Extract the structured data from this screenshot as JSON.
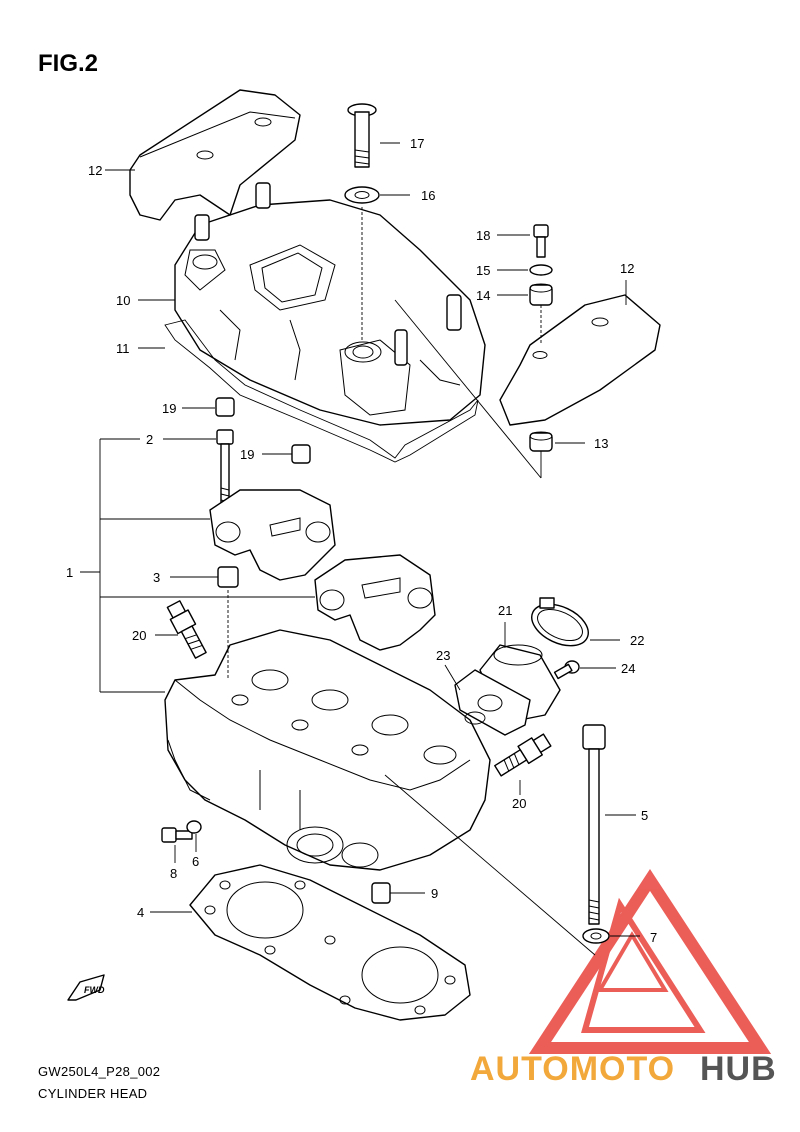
{
  "figure": {
    "title": "FIG.2",
    "code": "GW250L4_P28_002",
    "name": "CYLINDER HEAD"
  },
  "fwd_label": "FWD",
  "watermark": {
    "part1": "AUTOMOTO",
    "part2": "HUB",
    "color_red": "#e8423c",
    "color_orange": "#f2a83a",
    "color_gray": "#555555"
  },
  "callouts": [
    {
      "id": "c1",
      "label": "1"
    },
    {
      "id": "c2",
      "label": "2"
    },
    {
      "id": "c3",
      "label": "3"
    },
    {
      "id": "c4",
      "label": "4"
    },
    {
      "id": "c5",
      "label": "5"
    },
    {
      "id": "c6",
      "label": "6"
    },
    {
      "id": "c7",
      "label": "7"
    },
    {
      "id": "c8",
      "label": "8"
    },
    {
      "id": "c9",
      "label": "9"
    },
    {
      "id": "c10",
      "label": "10"
    },
    {
      "id": "c11",
      "label": "11"
    },
    {
      "id": "c12a",
      "label": "12"
    },
    {
      "id": "c12b",
      "label": "12"
    },
    {
      "id": "c13",
      "label": "13"
    },
    {
      "id": "c14",
      "label": "14"
    },
    {
      "id": "c15",
      "label": "15"
    },
    {
      "id": "c16",
      "label": "16"
    },
    {
      "id": "c17",
      "label": "17"
    },
    {
      "id": "c18",
      "label": "18"
    },
    {
      "id": "c19a",
      "label": "19"
    },
    {
      "id": "c19b",
      "label": "19"
    },
    {
      "id": "c20a",
      "label": "20"
    },
    {
      "id": "c20b",
      "label": "20"
    },
    {
      "id": "c21",
      "label": "21"
    },
    {
      "id": "c22",
      "label": "22"
    },
    {
      "id": "c23",
      "label": "23"
    },
    {
      "id": "c24",
      "label": "24"
    }
  ]
}
